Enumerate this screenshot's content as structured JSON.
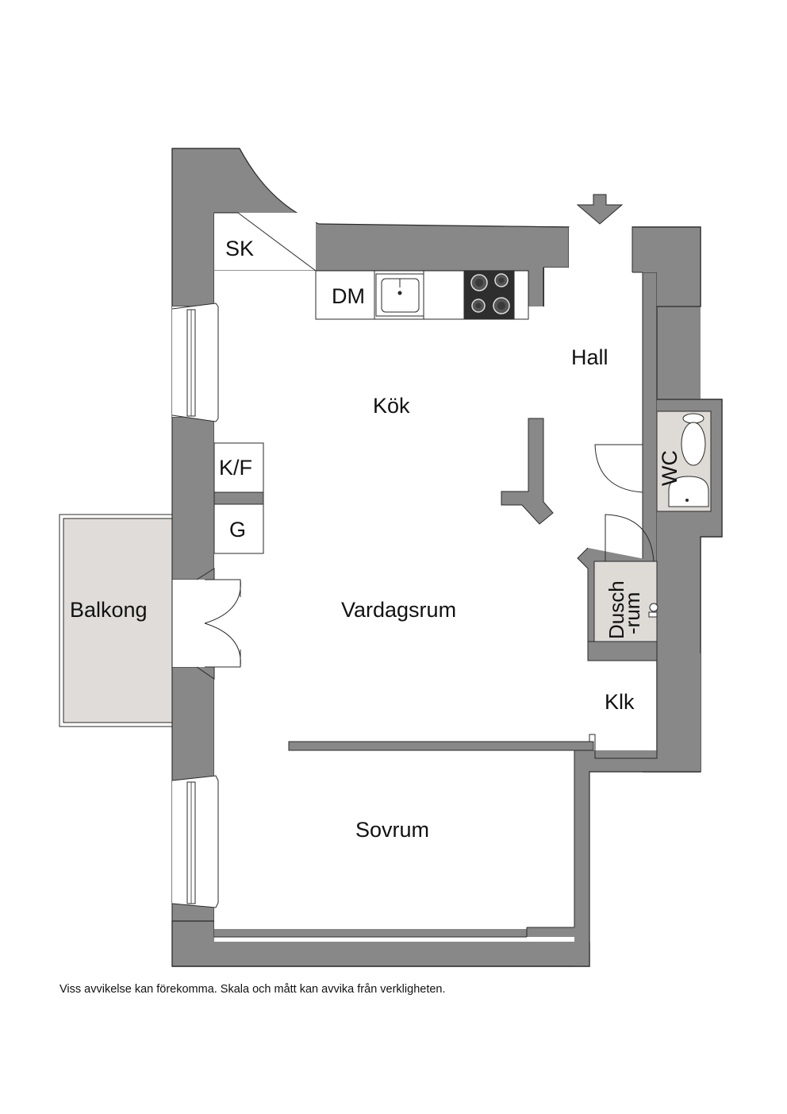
{
  "rooms": {
    "sk": "SK",
    "dm": "DM",
    "hall": "Hall",
    "kok": "Kök",
    "kf": "K/F",
    "g": "G",
    "wc": "WC",
    "balkong": "Balkong",
    "vardagsrum": "Vardagsrum",
    "dusch_line1": "Dusch",
    "dusch_line2": "-rum",
    "klk": "Klk",
    "sovrum": "Sovrum"
  },
  "disclaimer": "Viss avvikelse kan förekomma. Skala och mått kan avvika från verkligheten.",
  "colors": {
    "wall": "#888889",
    "wall_stroke": "#2a2a2a",
    "balcony_fill": "#e0dcd9",
    "wetroom_fill": "#dedad6",
    "floor": "#ffffff"
  }
}
